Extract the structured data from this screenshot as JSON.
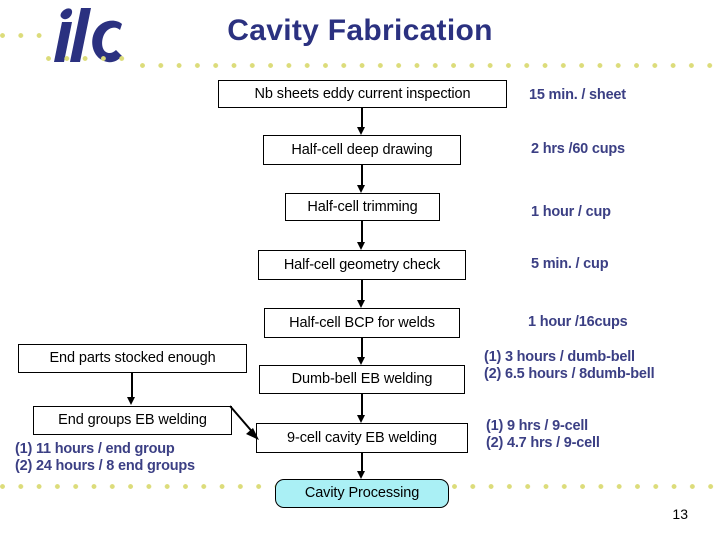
{
  "slide": {
    "title": "Cavity Fabrication",
    "page_number": "13",
    "logo_name": "ilc",
    "colors": {
      "title_blue": "#2b3180",
      "annotation_blue": "#3b3f84",
      "dotted_rule": "#dcdc7a",
      "highlight_box": "#aaf0f5",
      "box_border": "#000000"
    }
  },
  "flowchart": {
    "boxes": [
      {
        "id": "nb-sheets-eddy-current-inspection",
        "label": "Nb sheets eddy current inspection"
      },
      {
        "id": "half-cell-deep-drawing",
        "label": "Half-cell deep drawing"
      },
      {
        "id": "half-cell-trimming",
        "label": "Half-cell trimming"
      },
      {
        "id": "half-cell-geometry-check",
        "label": "Half-cell geometry check"
      },
      {
        "id": "half-cell-bcp-for-welds",
        "label": "Half-cell BCP for welds"
      },
      {
        "id": "dumb-bell-eb-welding",
        "label": "Dumb-bell EB welding"
      },
      {
        "id": "nine-cell-cavity-eb-welding",
        "label": "9-cell cavity EB welding"
      },
      {
        "id": "cavity-processing",
        "label": "Cavity  Processing"
      },
      {
        "id": "end-parts-stocked-enough",
        "label": "End parts stocked enough"
      },
      {
        "id": "end-groups-eb-welding",
        "label": "End groups EB welding"
      }
    ]
  },
  "annotations": {
    "right": [
      {
        "id": "rate-eddy-current",
        "text": "15 min. / sheet"
      },
      {
        "id": "rate-deep-drawing",
        "text": "2 hrs /60 cups"
      },
      {
        "id": "rate-trimming",
        "text": "1 hour / cup"
      },
      {
        "id": "rate-geometry",
        "text": "5 min. / cup"
      },
      {
        "id": "rate-bcp",
        "text": "1 hour /16cups"
      },
      {
        "id": "rate-dumb-bell",
        "text": "(1) 3 hours / dumb-bell\n(2) 6.5 hours / 8dumb-bell"
      },
      {
        "id": "rate-nine-cell",
        "text": "(1) 9 hrs / 9-cell\n(2) 4.7 hrs / 9-cell"
      }
    ],
    "left": [
      {
        "id": "rate-end-groups",
        "text": "(1) 11 hours / end group\n(2) 24 hours / 8 end groups"
      }
    ]
  }
}
